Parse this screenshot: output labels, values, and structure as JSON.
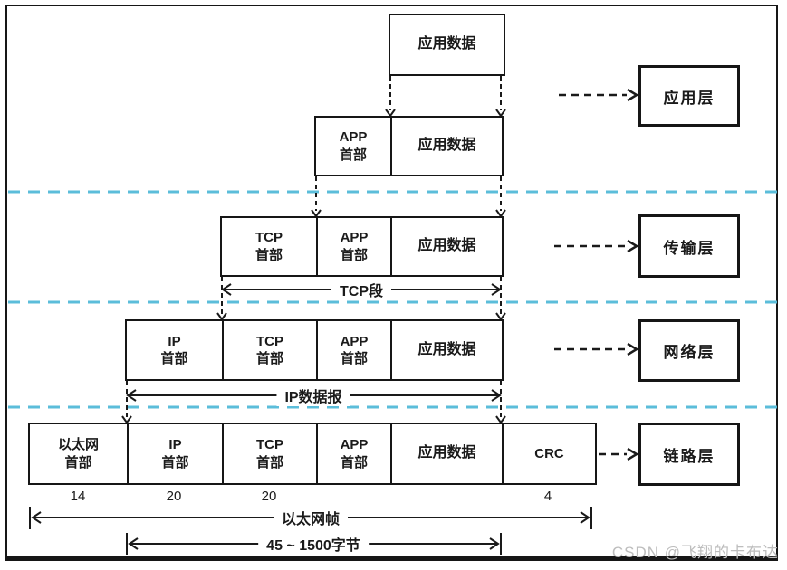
{
  "boxes": {
    "app_data": "应用数据",
    "app_header": {
      "l1": "APP",
      "l2": "首部"
    },
    "tcp_header": {
      "l1": "TCP",
      "l2": "首部"
    },
    "ip_header": {
      "l1": "IP",
      "l2": "首部"
    },
    "eth_header": {
      "l1": "以太网",
      "l2": "首部"
    },
    "crc": "CRC"
  },
  "layers": {
    "application": "应用层",
    "transport": "传输层",
    "network": "网络层",
    "link": "链路层"
  },
  "measurements": {
    "tcp_segment": "TCP段",
    "ip_datagram": "IP数据报",
    "ethernet_frame": "以太网帧",
    "payload_range": "45 ~ 1500字节",
    "eth_header_bytes": "14",
    "ip_header_bytes": "20",
    "tcp_header_bytes": "20",
    "crc_bytes": "4"
  },
  "watermark": "CSDN @飞翔的卡布达",
  "colors": {
    "line": "#1a1a1a",
    "layer_separator": "#5bbdda",
    "watermark": "#bdbdbd"
  }
}
